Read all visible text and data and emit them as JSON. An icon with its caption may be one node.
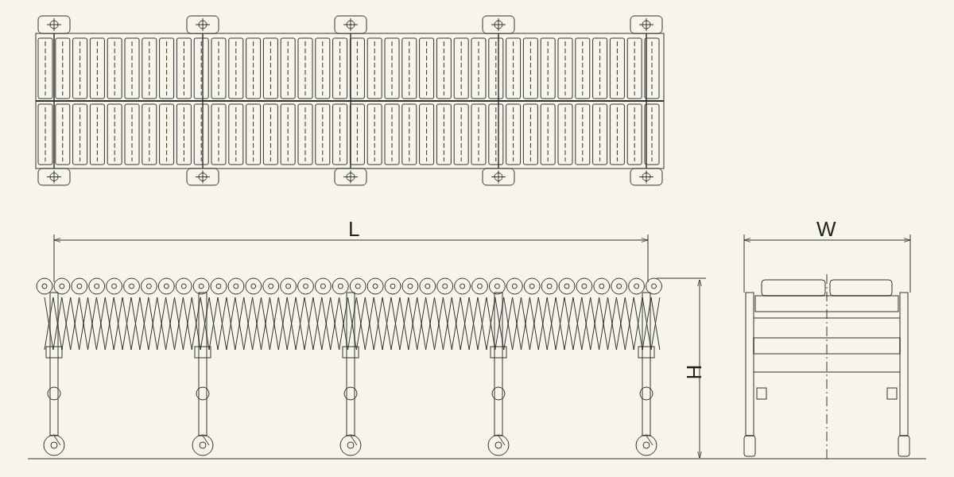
{
  "diagram": {
    "labels": [
      "L",
      "W",
      "H"
    ]
  }
}
